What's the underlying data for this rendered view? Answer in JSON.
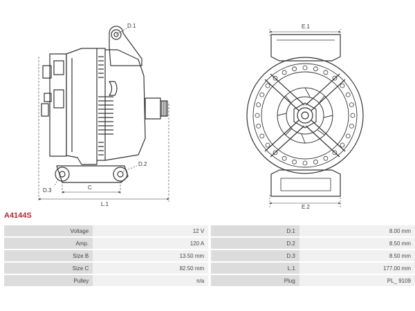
{
  "product": {
    "code": "A4144S"
  },
  "dimension_labels": {
    "d1": "D.1",
    "d2": "D.2",
    "d3": "D.3",
    "c": "C",
    "l1": "L.1",
    "e1": "E.1",
    "e2": "E.2"
  },
  "specs": [
    {
      "label": "Voltage",
      "value": "12 V",
      "label2": "D.1",
      "value2": "8.00 mm"
    },
    {
      "label": "Amp.",
      "value": "120 A",
      "label2": "D.2",
      "value2": "8.50 mm"
    },
    {
      "label": "Size B",
      "value": "13.50 mm",
      "label2": "D.3",
      "value2": "8.50 mm"
    },
    {
      "label": "Size C",
      "value": "82.50 mm",
      "label2": "L.1",
      "value2": "177.00 mm"
    },
    {
      "label": "Pulley",
      "value": "n/a",
      "label2": "Plug",
      "value2": "PL_ 9109"
    }
  ],
  "colors": {
    "accent": "#b0282e",
    "line": "#333333"
  }
}
